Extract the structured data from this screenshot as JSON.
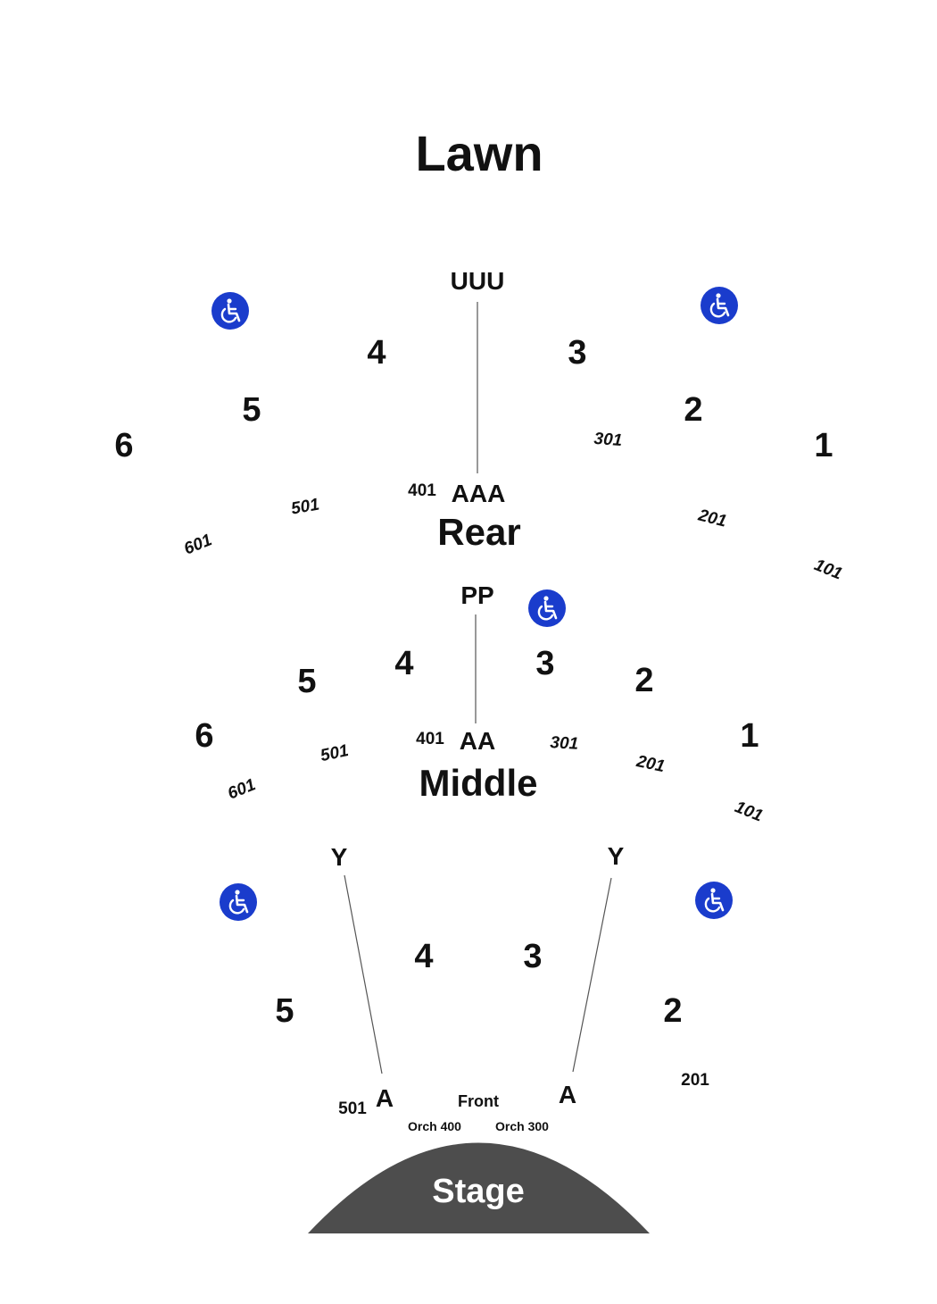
{
  "colors": {
    "accessible": "#1a3ccc",
    "stage": "#4d4d4d",
    "text": "#111111"
  },
  "lawn": {
    "title": "Lawn"
  },
  "rear": {
    "name": "Rear",
    "rows": {
      "front": "AAA",
      "back": "UUU"
    },
    "sections": [
      "1",
      "2",
      "3",
      "4",
      "5",
      "6"
    ],
    "seats": [
      "101",
      "201",
      "301",
      "401",
      "501",
      "601"
    ]
  },
  "middle": {
    "name": "Middle",
    "rows": {
      "front": "AA",
      "back": "PP"
    },
    "sections": [
      "1",
      "2",
      "3",
      "4",
      "5",
      "6"
    ],
    "seats": [
      "101",
      "201",
      "301",
      "401",
      "501",
      "601"
    ]
  },
  "front": {
    "name": "Front",
    "rows": {
      "front_left": "A",
      "back_left": "Y",
      "front_right": "A",
      "back_right": "Y"
    },
    "sections": [
      "2",
      "3",
      "4",
      "5"
    ],
    "seats": [
      "201",
      "501"
    ],
    "orch": [
      "Orch 400",
      "Orch 300"
    ]
  },
  "stage": {
    "label": "Stage"
  },
  "icons": [
    "wheelchair-icon"
  ]
}
